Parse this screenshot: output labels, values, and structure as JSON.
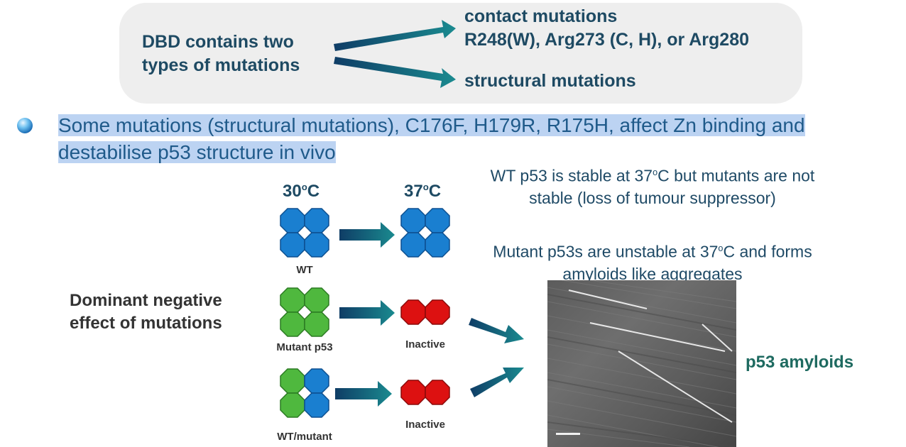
{
  "header_box": {
    "title_lines": [
      "DBD contains two",
      "types of mutations"
    ],
    "contact_lines": [
      "contact mutations",
      "R248(W), Arg273 (C, H), or Arg280"
    ],
    "structural": "structural mutations"
  },
  "bullet": {
    "text": "Some mutations (structural mutations), C176F, H179R, R175H, affect Zn binding and destabilise p53 structure in vivo"
  },
  "captions": {
    "stability": [
      "WT p53 is stable at 37",
      "o",
      "C but mutants are not stable (loss of tumour suppressor)"
    ],
    "amyloid": [
      "Mutant p53s are unstable at 37",
      "o",
      "C and forms amyloids like aggregates"
    ]
  },
  "diagram": {
    "temp_left": {
      "value": "30",
      "sup": "o",
      "unit": "C"
    },
    "temp_right": {
      "value": "37",
      "sup": "o",
      "unit": "C"
    },
    "labels": {
      "wt": "WT",
      "mutant": "Mutant p53",
      "wt_mutant": "WT/mutant",
      "inactive_1": "Inactive",
      "inactive_2": "Inactive"
    },
    "dominant_lines": [
      "Dominant negative",
      "effect of mutations"
    ],
    "amyloid_label": "p53 amyloids"
  },
  "colors": {
    "wt_blue": "#1a7fd0",
    "mutant_green": "#4fb83e",
    "inactive_red": "#dd1111",
    "arrow_teal": "#1a8a8f",
    "arrow_navy": "#0f3d66",
    "text_navy": "#1e4a63",
    "highlight": "#bcd3f2"
  },
  "icons": [
    "blue-octagon-icon",
    "green-octagon-icon",
    "red-octagon-icon",
    "arrow-right-icon",
    "bullet-sphere-icon"
  ]
}
